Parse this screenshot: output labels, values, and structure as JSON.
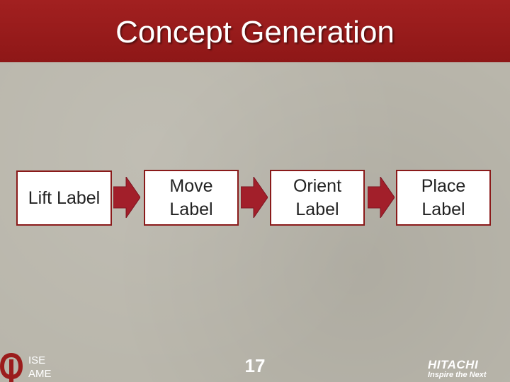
{
  "slide": {
    "title": "Concept Generation",
    "steps": [
      {
        "label": "Lift Label"
      },
      {
        "label": "Move Label"
      },
      {
        "label": "Orient Label"
      },
      {
        "label": "Place Label"
      }
    ]
  },
  "footer": {
    "dept_line1": "ISE",
    "dept_line2": "AME",
    "page_number": "17",
    "logo_name": "HITACHI",
    "logo_tagline": "Inspire the Next"
  },
  "colors": {
    "header": "#9b1c1c",
    "background": "#b9b6ab",
    "arrow": "#a21f2a",
    "box_border": "#8a1a1a"
  }
}
